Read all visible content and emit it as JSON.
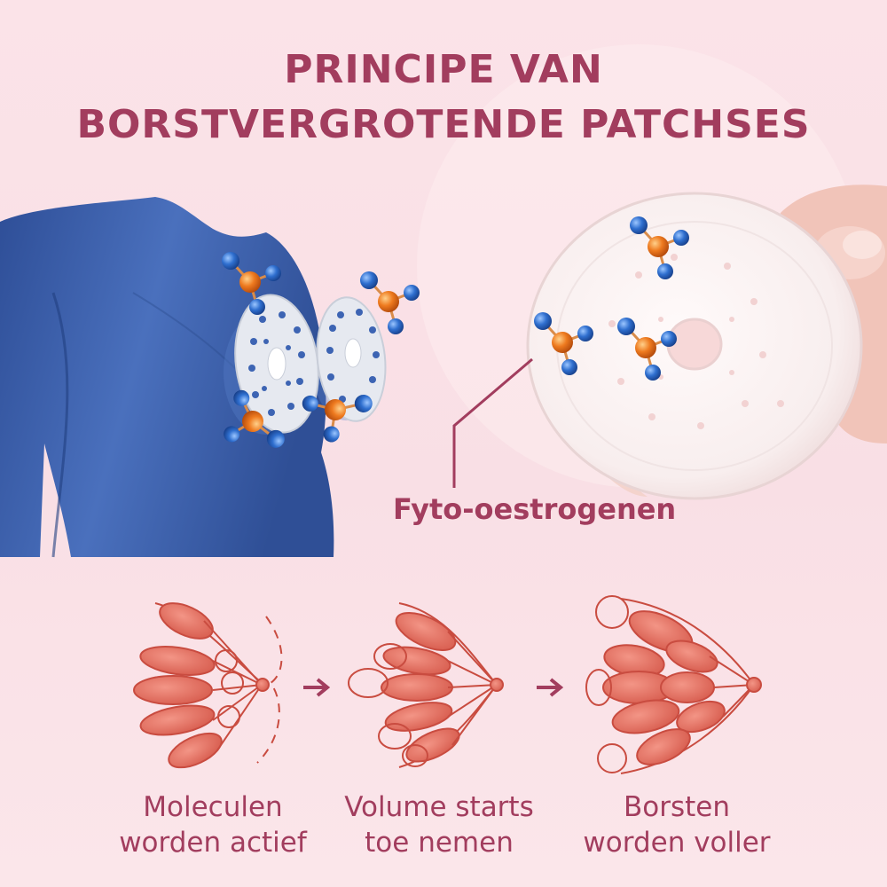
{
  "title": {
    "line1": "PRINCIPE VAN",
    "line2": "BORSTVERGROTENDE PATCHSES"
  },
  "callout": {
    "label": "Fyto-oestrogenen"
  },
  "stages": [
    {
      "line1": "Moleculen",
      "line2": "worden actief"
    },
    {
      "line1": "Volume starts",
      "line2": "toe nemen"
    },
    {
      "line1": "Borsten",
      "line2": "worden voller"
    }
  ],
  "colors": {
    "accent": "#a23d5e",
    "torso": "#3f63ad",
    "gland": "#dd6a5c",
    "molecule_orange": "#ee7a1f",
    "molecule_blue": "#2f6fcf"
  },
  "icons": [
    "molecule-icon",
    "arrow-right-icon",
    "mammary-gland-icon",
    "patch-icon",
    "hand-icon"
  ]
}
